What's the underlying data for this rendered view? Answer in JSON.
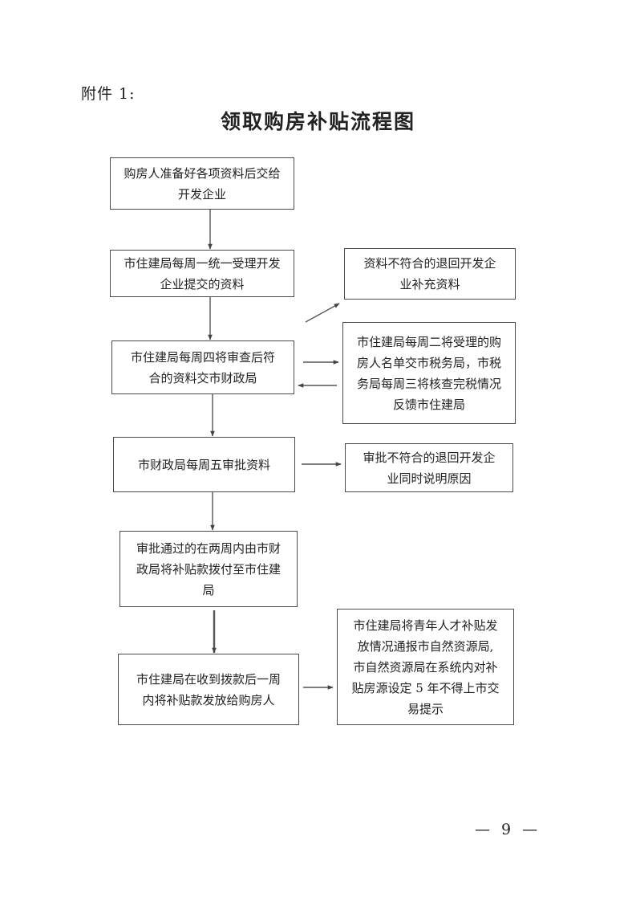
{
  "header": {
    "attachment_label": "附件 1:",
    "title": "领取购房补贴流程图"
  },
  "flow": {
    "steps": [
      [
        "购房人准备好各项资料后交给",
        "开发企业"
      ],
      [
        "市住建局每周一统一受理开发",
        "企业提交的资料"
      ],
      [
        "市住建局每周四将审查后符",
        "合的资料交市财政局"
      ],
      [
        "市财政局每周五审批资料"
      ],
      [
        "审批通过的在两周内由市财",
        "政局将补贴款拨付至市住建",
        "局"
      ],
      [
        "市住建局在收到拨款后一周",
        "内将补贴款发放给购房人"
      ]
    ],
    "side": [
      [
        "资料不符合的退回开发企",
        "业补充资料"
      ],
      [
        "市住建局每周二将受理的购",
        "房人名单交市税务局，市税",
        "务局每周三将核查完税情况",
        "反馈市住建局"
      ],
      [
        "审批不符合的退回开发企",
        "业同时说明原因"
      ],
      [
        "市住建局将青年人才补贴发",
        "放情况通报市自然资源局,",
        "市自然资源局在系统内对补",
        "贴房源设定 5 年不得上市交",
        "易提示"
      ]
    ]
  },
  "footer": {
    "page_number": "— 9 —"
  }
}
